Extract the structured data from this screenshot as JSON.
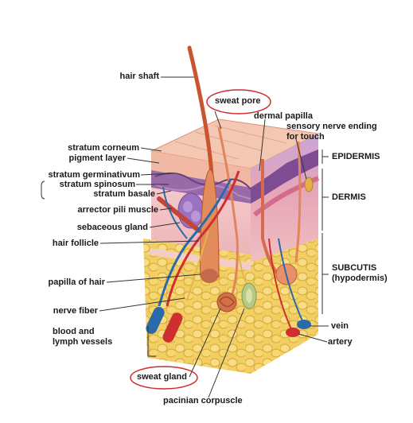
{
  "labels": {
    "hair_shaft": "hair shaft",
    "sweat_pore": "sweat pore",
    "dermal_papilla": "dermal papilla",
    "sensory_nerve_ending": "sensory nerve ending\nfor touch",
    "stratum_corneum": "stratum corneum",
    "pigment_layer": "pigment layer",
    "stratum_germinativum": "stratum germinativum",
    "stratum_spinosum": "stratum spinosum",
    "stratum_basale": "stratum basale",
    "arrector_pili_muscle": "arrector pili muscle",
    "sebaceous_gland": "sebaceous gland",
    "hair_follicle": "hair follicle",
    "papilla_of_hair": "papilla of hair",
    "nerve_fiber": "nerve fiber",
    "blood_and_lymph_vessels": "blood and\nlymph vessels",
    "sweat_gland": "sweat gland",
    "pacinian_corpuscle": "pacinian corpuscle",
    "epidermis": "EPIDERMIS",
    "dermis": "DERMIS",
    "subcutis": "SUBCUTIS\n(hypodermis)",
    "vein": "vein",
    "artery": "artery"
  },
  "colors": {
    "highlight_ellipse": "#d42a2a",
    "epidermis_top": "#f3c6b0",
    "epidermis_purple": "#8c5a9e",
    "dermis": "#f3c0c4",
    "subcutis_fat": "#f2cf63",
    "hair": "#c9542e",
    "vein": "#2b6aa8",
    "artery": "#cf2f2f",
    "leader_line": "#333333"
  }
}
